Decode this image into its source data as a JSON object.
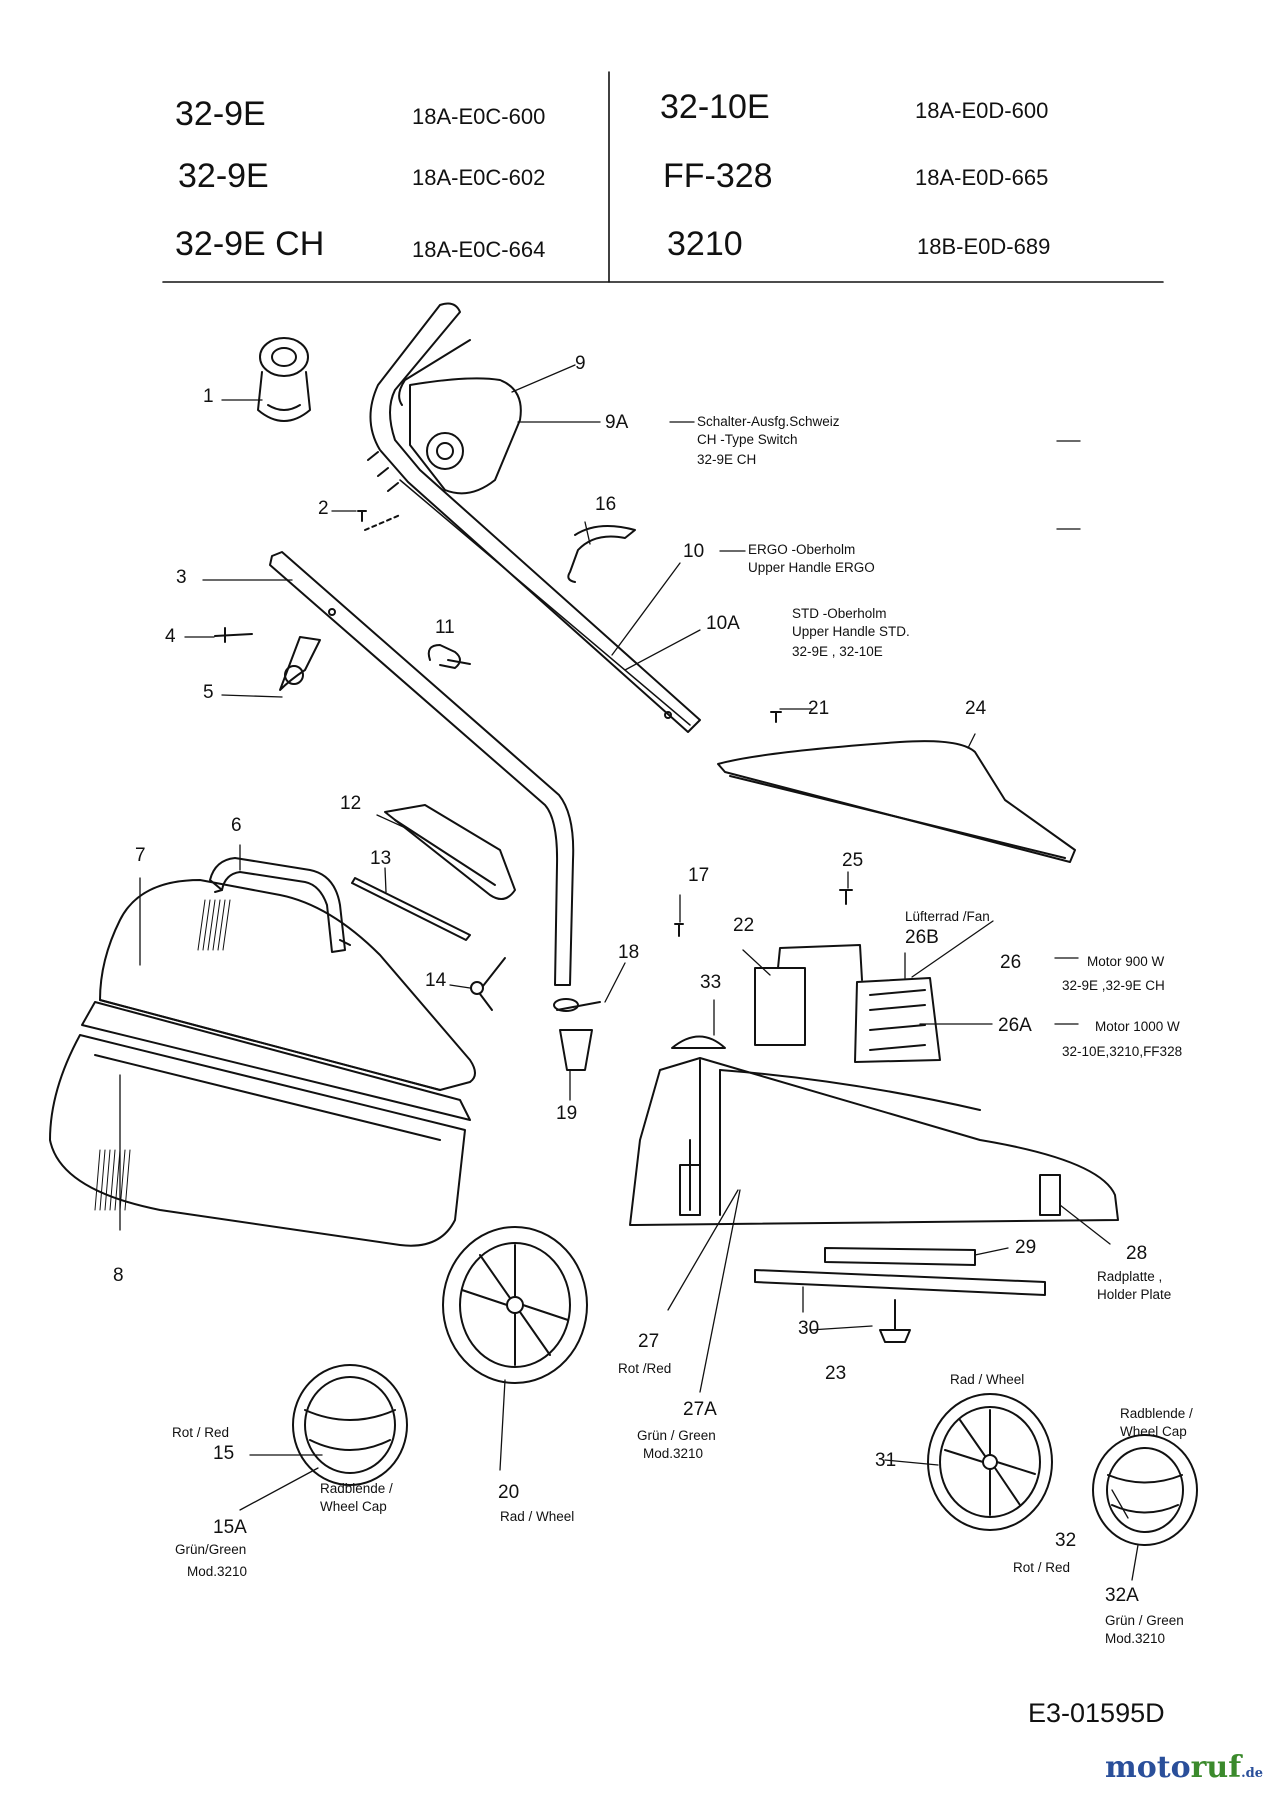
{
  "table": {
    "left": [
      {
        "model": "32-9E",
        "code": "18A-E0C-600"
      },
      {
        "model": "32-9E",
        "code": "18A-E0C-602"
      },
      {
        "model": "32-9E CH",
        "code": "18A-E0C-664"
      }
    ],
    "right": [
      {
        "model": "32-10E",
        "code": "18A-E0D-600"
      },
      {
        "model": "FF-328",
        "code": "18A-E0D-665"
      },
      {
        "model": "3210",
        "code": "18B-E0D-689"
      }
    ]
  },
  "labels": {
    "n1": "1",
    "n2": "2",
    "n3": "3",
    "n4": "4",
    "n5": "5",
    "n6": "6",
    "n7": "7",
    "n8": "8",
    "n9": "9",
    "n9A": "9A",
    "n10": "10",
    "n10A": "10A",
    "n11": "11",
    "n12": "12",
    "n13": "13",
    "n14": "14",
    "n15": "15",
    "n15A": "15A",
    "n16": "16",
    "n17": "17",
    "n18": "18",
    "n19": "19",
    "n20": "20",
    "n21": "21",
    "n22": "22",
    "n23": "23",
    "n24": "24",
    "n25": "25",
    "n26": "26",
    "n26A": "26A",
    "n26B": "26B",
    "n27": "27",
    "n27A": "27A",
    "n28": "28",
    "n29": "29",
    "n30": "30",
    "n31": "31",
    "n32": "32",
    "n32A": "32A",
    "n33": "33"
  },
  "notes": {
    "n9A_1": "Schalter-Ausfg.Schweiz",
    "n9A_2": "CH -Type Switch",
    "n9A_3": "32-9E CH",
    "n10_1": "ERGO -Oberholm",
    "n10_2": "Upper Handle ERGO",
    "n10A_1": "STD -Oberholm",
    "n10A_2": "Upper Handle STD.",
    "n10A_3": "32-9E   , 32-10E",
    "fan": "Lüfterrad /Fan",
    "m900": "Motor 900 W",
    "m900_models": "32-9E ,32-9E CH",
    "m1000": "Motor 1000 W",
    "m1000_models": "32-10E,3210,FF328",
    "holder1": "Radplatte ,",
    "holder2": "Holder Plate",
    "wheel_top": "Rad / Wheel",
    "wheel_20": "Rad / Wheel",
    "cap32_1": "Radblende /",
    "cap32_2": "Wheel Cap",
    "red_32": "Rot / Red",
    "green_32A": "Grün / Green",
    "mod_32A": "Mod.3210",
    "red_27": "Rot /Red",
    "green_27A": "Grün / Green",
    "mod_27A": "Mod.3210",
    "red_15": "Rot / Red",
    "cap15_1": "Radblende /",
    "cap15_2": "Wheel Cap",
    "green_15A": "Grün/Green",
    "mod_15A": "Mod.3210"
  },
  "doc_id": "E3-01595D",
  "logo": {
    "part1": "moto",
    "part2": "ruf",
    "suffix": ".de"
  },
  "colors": {
    "line": "#111111",
    "logo_blue": "#2a4f9a",
    "logo_green": "#3b8a2c"
  }
}
